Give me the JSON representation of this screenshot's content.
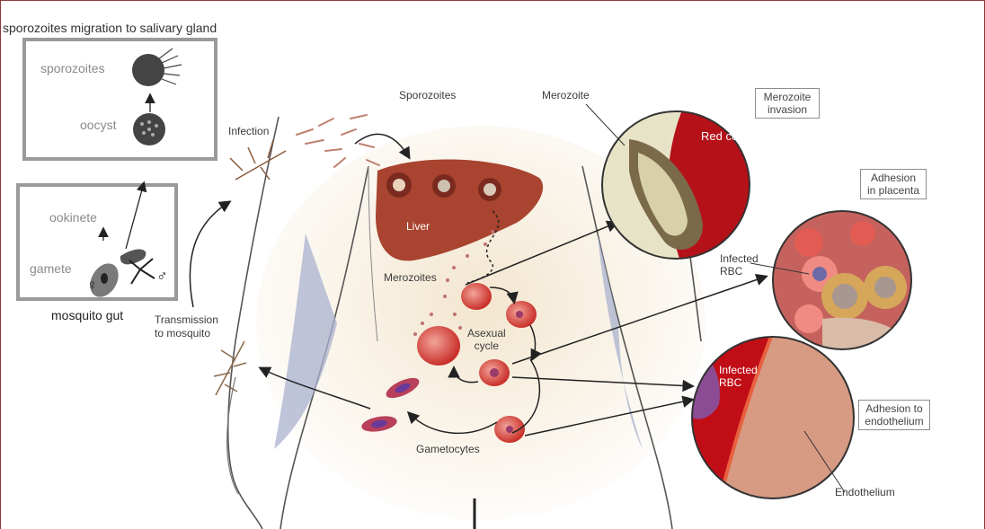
{
  "panel_title": "sporozoites migration to salivary gland",
  "inset": {
    "sporozoites": "sporozoites",
    "oocyst": "oocyst",
    "ookinete": "ookinete",
    "gamete": "gamete",
    "female_symbol": "♀",
    "male_symbol": "♂",
    "mosquito_gut": "mosquito gut"
  },
  "labels": {
    "infection": "Infection",
    "sporozoites": "Sporozoites",
    "liver": "Liver",
    "merozoite": "Merozoite",
    "merozoites": "Merozoites",
    "red_cell": "Red cell",
    "asexual_cycle": "Asexual\ncycle",
    "transmission": "Transmission\nto mosquito",
    "gametocytes": "Gametocytes",
    "infected_rbc_1": "Infected\nRBC",
    "infected_rbc_2": "Infected\nRBC",
    "endothelium": "Endothelium"
  },
  "callouts": {
    "merozoite_invasion": "Merozoite\ninvasion",
    "adhesion_placenta": "Adhesion\nin placenta",
    "adhesion_endothelium": "Adhesion to\nendothelium"
  },
  "colors": {
    "frame": "#8b3a3a",
    "blood": "#c8141c",
    "liver": "#a8442f",
    "inset_border": "#9a9a9a"
  }
}
